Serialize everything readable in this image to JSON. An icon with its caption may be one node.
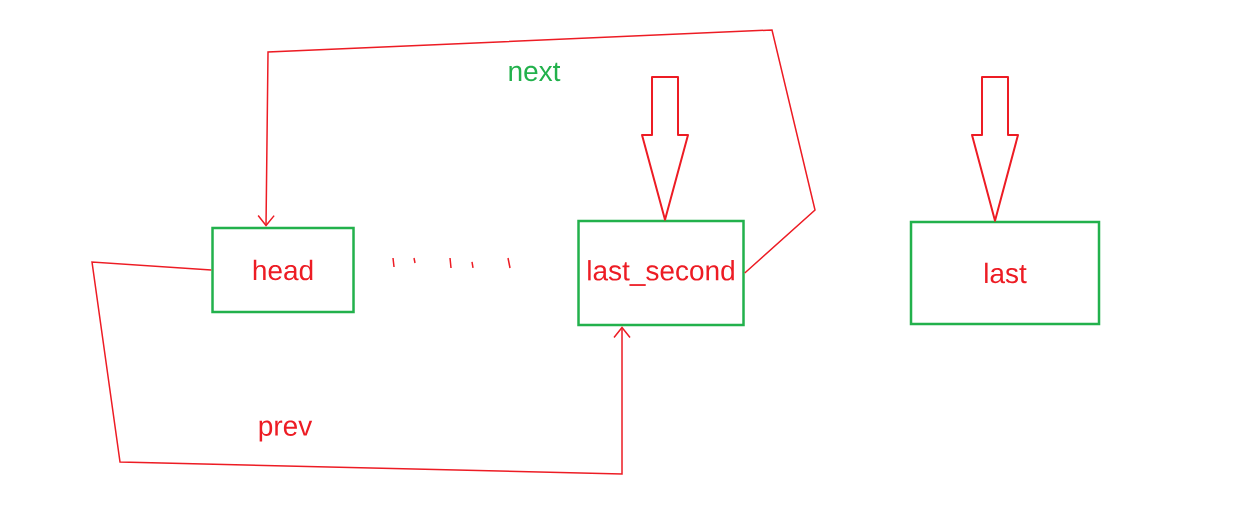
{
  "diagram": {
    "nodes": [
      {
        "text": [
          "head"
        ]
      },
      {
        "text": [
          "last_second"
        ]
      },
      {
        "text": [
          "last"
        ]
      }
    ],
    "edges": [
      {
        "from": 1,
        "to": 0,
        "arrow": "to",
        "label": "next"
      },
      {
        "from": 0,
        "to": 1,
        "arrow": "to",
        "label": "prev"
      },
      {
        "from": null,
        "to": 1,
        "arrow": "to",
        "style": "thick"
      },
      {
        "from": null,
        "to": 2,
        "arrow": "to",
        "style": "thick"
      }
    ]
  }
}
